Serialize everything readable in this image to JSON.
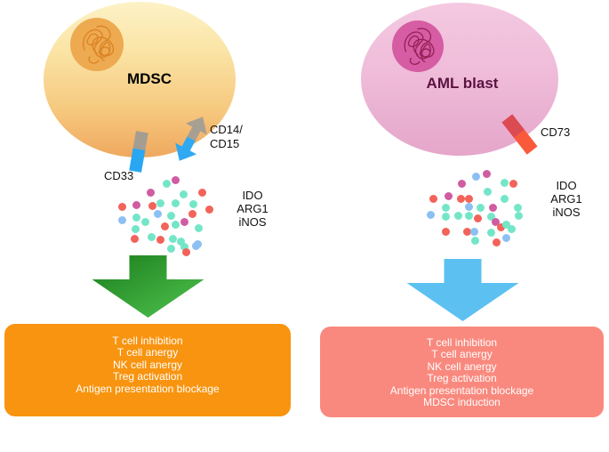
{
  "cells": {
    "left": {
      "label": "MDSC",
      "receptor_cd33": "CD33",
      "receptor_cd14_line1": "CD14/",
      "receptor_cd14_line2": "CD15"
    },
    "right": {
      "label": "AML blast",
      "receptor_cd73": "CD73"
    }
  },
  "enzymes": {
    "left": {
      "l1": "IDO",
      "l2": "ARG1",
      "l3": "iNOS"
    },
    "right": {
      "l1": "IDO",
      "l2": "ARG1",
      "l3": "iNOS"
    }
  },
  "boxes": {
    "left": {
      "lines": [
        "T cell inhibition",
        "T cell anergy",
        "NK cell anergy",
        "Treg activation",
        "Antigen presentation blockage"
      ]
    },
    "right": {
      "lines": [
        "T cell inhibition",
        "T cell anergy",
        "NK cell anergy",
        "Treg activation",
        "Antigen presentation blockage",
        "MDSC induction"
      ]
    }
  },
  "colors": {
    "mdsc_cell_top": "#fdf2c6",
    "mdsc_cell_bottom": "#efa85e",
    "mdsc_nucleus": "#edaa51",
    "aml_cell_top": "#f4c9e1",
    "aml_cell_bottom": "#e5a6ca",
    "aml_nucleus": "#d65da3",
    "aml_label_text": "#5b1340",
    "cd33_gray": "#a59d92",
    "cd33_blue": "#2aa7f3",
    "cd73_dark_red": "#dc4a52",
    "cd73_orange_red": "#fa5a3c",
    "green_arrow_dark": "#1c7d1c",
    "green_arrow_light": "#4fc44f",
    "blue_arrow": "#5cc1f1",
    "left_box": "#f8940f",
    "right_box": "#f9897e",
    "box_text": "#ffffff"
  },
  "molecules": {
    "colors": {
      "r": "#f2635a",
      "t": "#74e6c8",
      "m": "#cf5da1",
      "b": "#8cc0f3"
    },
    "left_dots": [
      [
        67,
        5,
        "m"
      ],
      [
        57,
        9,
        "t"
      ],
      [
        97,
        19,
        "r"
      ],
      [
        39,
        19,
        "m"
      ],
      [
        76,
        21,
        "t"
      ],
      [
        23,
        33,
        "m"
      ],
      [
        7,
        35,
        "r"
      ],
      [
        41,
        34,
        "r"
      ],
      [
        50,
        31,
        "t"
      ],
      [
        67,
        31,
        "t"
      ],
      [
        87,
        32,
        "t"
      ],
      [
        105,
        38,
        "r"
      ],
      [
        47,
        43,
        "b"
      ],
      [
        62,
        45,
        "t"
      ],
      [
        86,
        43,
        "r"
      ],
      [
        7,
        50,
        "b"
      ],
      [
        23,
        47,
        "t"
      ],
      [
        33,
        52,
        "t"
      ],
      [
        55,
        57,
        "r"
      ],
      [
        67,
        55,
        "t"
      ],
      [
        77,
        52,
        "m"
      ],
      [
        93,
        59,
        "t"
      ],
      [
        22,
        60,
        "t"
      ],
      [
        21,
        71,
        "r"
      ],
      [
        40,
        69,
        "t"
      ],
      [
        50,
        72,
        "r"
      ],
      [
        64,
        71,
        "t"
      ],
      [
        92,
        77,
        "b"
      ],
      [
        77,
        80,
        "t"
      ],
      [
        79,
        86,
        "r"
      ],
      [
        90,
        79,
        "b"
      ],
      [
        62,
        82,
        "t"
      ],
      [
        73,
        74,
        "t"
      ]
    ],
    "right_dots": [
      [
        67,
        3,
        "m"
      ],
      [
        55,
        6,
        "b"
      ],
      [
        87,
        13,
        "t"
      ],
      [
        39,
        14,
        "m"
      ],
      [
        97,
        14,
        "r"
      ],
      [
        7,
        31,
        "r"
      ],
      [
        24,
        28,
        "m"
      ],
      [
        38,
        31,
        "r"
      ],
      [
        47,
        31,
        "r"
      ],
      [
        68,
        23,
        "t"
      ],
      [
        87,
        31,
        "t"
      ],
      [
        4,
        49,
        "b"
      ],
      [
        21,
        41,
        "t"
      ],
      [
        47,
        40,
        "b"
      ],
      [
        74,
        41,
        "m"
      ],
      [
        60,
        41,
        "t"
      ],
      [
        102,
        41,
        "t"
      ],
      [
        21,
        51,
        "t"
      ],
      [
        35,
        50,
        "t"
      ],
      [
        47,
        50,
        "t"
      ],
      [
        57,
        53,
        "r"
      ],
      [
        72,
        51,
        "t"
      ],
      [
        103,
        50,
        "t"
      ],
      [
        77,
        57,
        "m"
      ],
      [
        83,
        63,
        "r"
      ],
      [
        89,
        60,
        "t"
      ],
      [
        21,
        68,
        "r"
      ],
      [
        45,
        68,
        "r"
      ],
      [
        53,
        68,
        "b"
      ],
      [
        72,
        69,
        "t"
      ],
      [
        95,
        65,
        "t"
      ],
      [
        54,
        78,
        "t"
      ],
      [
        89,
        75,
        "b"
      ],
      [
        78,
        80,
        "r"
      ]
    ]
  }
}
